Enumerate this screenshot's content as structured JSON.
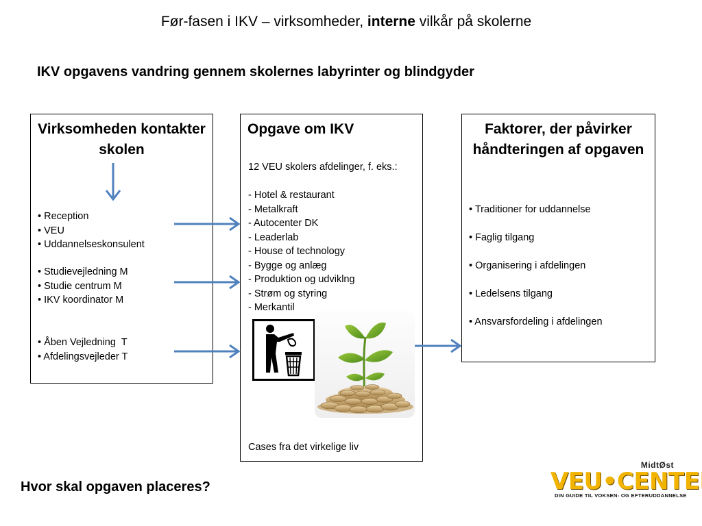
{
  "slide": {
    "title_pre": "Før-fasen i IKV – virksomheder, ",
    "title_bold": "interne",
    "title_post": " vilkår på skolerne",
    "subtitle": "IKV opgavens vandring gennem skolernes labyrinter og blindgyder",
    "question": "Hvor skal opgaven placeres?"
  },
  "left_box": {
    "heading": "Virksomheden kontakter skolen",
    "group1": [
      "• Reception",
      "• VEU",
      "• Uddannelseskonsulent"
    ],
    "group2": [
      "• Studievejledning M",
      "• Studie centrum M",
      "• IKV koordinator M"
    ],
    "group3": [
      "• Åben Vejledning  T",
      "• Afdelingsvejleder T"
    ]
  },
  "mid_box": {
    "heading": "Opgave om IKV",
    "intro": "12 VEU skolers afdelinger, f. eks.:",
    "items": [
      "- Hotel & restaurant",
      "- Metalkraft",
      "- Autocenter DK",
      "- Leaderlab",
      "- House of technology",
      "- Bygge og anlæg",
      "- Produktion og udviklng",
      "- Strøm og styring",
      "- Merkantil"
    ],
    "footnote": "Cases fra det virkelige liv",
    "icons": [
      "trash-bin-icon",
      "plant-and-coins-image"
    ]
  },
  "right_box": {
    "heading": "Faktorer, der påvirker håndteringen af opgaven",
    "items": [
      "• Traditioner for uddannelse",
      "• Faglig tilgang",
      "• Organisering i afdelingen",
      "• Ledelsens tilgang",
      "• Ansvarsfordeling i afdelingen"
    ]
  },
  "logo": {
    "top": "MidtØst",
    "main": "VEU•CENTER",
    "tagline": "DIN GUIDE TIL VOKSEN- OG EFTERUDDANNELSE"
  },
  "colors": {
    "arrow": "#4f81bd",
    "logo": "#f2b400"
  }
}
